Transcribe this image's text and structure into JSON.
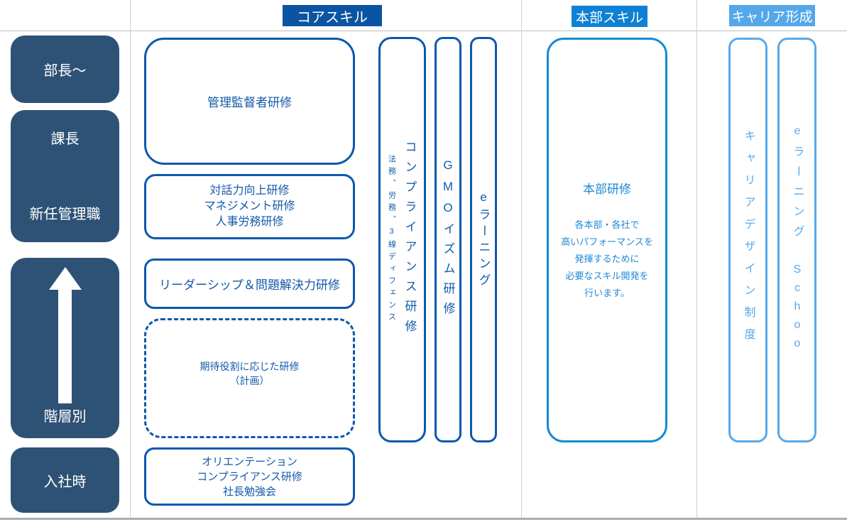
{
  "headers": {
    "core": "コアスキル",
    "hq": "本部スキル",
    "career": "キャリア形成"
  },
  "levels": {
    "bucho": "部長〜",
    "kacho": "課長",
    "shinnin_kanrishoku": "新任管理職",
    "hierarchy_arrow": "階層別",
    "nyushaji": "入社時"
  },
  "core": {
    "kanri_kantokusha": "管理監督者研修",
    "mid_box_lines": [
      "対話力向上研修",
      "マネジメント研修",
      "人事労務研修"
    ],
    "leadership": "リーダーシップ＆問題解決力研修",
    "planned_box_lines": [
      "期待役割に応じた研修",
      "（計画）"
    ],
    "onboarding_lines": [
      "オリエンテーション",
      "コンプライアンス研修",
      "社長勉強会"
    ],
    "compliance_pill": "コンプライアンス研修",
    "compliance_pill_sub": "法務、労務、3線ディフェンス",
    "gmoism_pill": "GMOイズム研修",
    "elearning_pill": "eラーニング"
  },
  "hq": {
    "title": "本部研修",
    "desc_lines": [
      "各本部・各社で",
      "高いパフォーマンスを",
      "発揮するために",
      "必要なスキル開発を",
      "行います。"
    ]
  },
  "career": {
    "design_pill": "キャリアデザイン制度",
    "elearning_pill_line1": "eラーニング",
    "elearning_pill_line2": "Schoo"
  },
  "colors": {
    "navy_level_box": "#2e5276",
    "core_blue": "#0c59ab",
    "core_header_bg": "#0b54a3",
    "hq_blue": "#158ad6",
    "hq_header_bg": "#0e81d4",
    "career_light_blue": "#57a9eb",
    "career_header_bg": "#54a7e8",
    "divider_gray": "#cfcfcf",
    "bottom_band": "#a8aeb4"
  }
}
